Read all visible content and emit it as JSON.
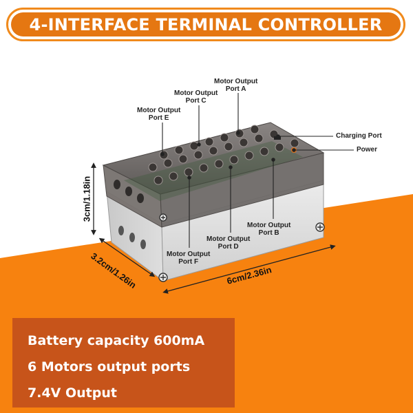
{
  "title": "4-INTERFACE TERMINAL CONTROLLER",
  "colors": {
    "orange": "#f7820f",
    "title_fill": "#e57712",
    "spec_fill": "#c7541a",
    "casing_gray": "#d8d8d8",
    "smoked_top": "#6f6b69"
  },
  "port_labels": {
    "a": {
      "line1": "Motor Output",
      "line2": "Port A"
    },
    "b": {
      "line1": "Motor Output",
      "line2": "Port B"
    },
    "c": {
      "line1": "Motor Output",
      "line2": "Port C"
    },
    "d": {
      "line1": "Motor Output",
      "line2": "Port D"
    },
    "e": {
      "line1": "Motor Output",
      "line2": "Port E"
    },
    "f": {
      "line1": "Motor Output",
      "line2": "Port F"
    }
  },
  "side_labels": {
    "charging": "Charging Port",
    "power": "Power"
  },
  "dimensions": {
    "height": "3cm/1.18in",
    "depth": "3.2cm/1.26in",
    "width": "6cm/2.36in"
  },
  "specs": [
    "Battery capacity 600mA",
    "6 Motors output ports",
    "7.4V Output"
  ]
}
